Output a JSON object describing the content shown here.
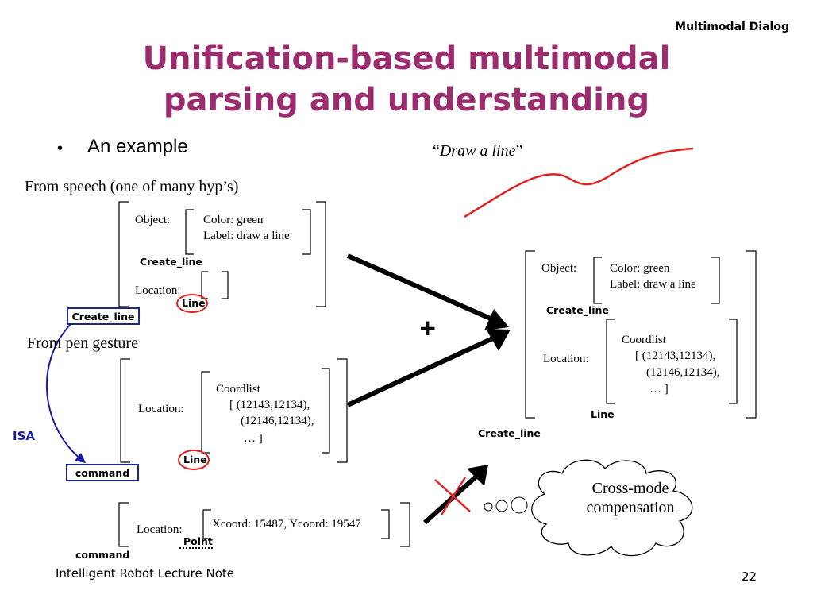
{
  "header": {
    "section": "Multimodal Dialog"
  },
  "title": {
    "line1": "Unification-based multimodal",
    "line2": "parsing and understanding"
  },
  "bullet": {
    "marker": "•",
    "text": "An example"
  },
  "speech_input": {
    "quote_open": "“",
    "text": "Draw a line",
    "quote_close": "”"
  },
  "speech_section": {
    "heading": "From speech (one of many hyp’s)",
    "object_label": "Object:",
    "color": "Color: green",
    "label": "Label: draw a line",
    "type_tag": "Create_line",
    "location_label": "Location:",
    "location_type": "Line",
    "box_label": "Create_line"
  },
  "pen_section": {
    "heading": "From pen gesture",
    "location_label": "Location:",
    "coordlist": "Coordlist",
    "coord1": "[ (12143,12134),",
    "coord2": "(12146,12134),",
    "coord3": "… ]",
    "location_type": "Line",
    "isa_label": "ISA",
    "box_label": "command"
  },
  "point_section": {
    "location_label": "Location:",
    "coords": "Xcoord: 15487, Ycoord: 19547",
    "location_type": "Point",
    "command_tag": "command"
  },
  "plus_sign": "+",
  "result": {
    "object_label": "Object:",
    "color": "Color: green",
    "label": "Label: draw a line",
    "type_tag": "Create_line",
    "location_label": "Location:",
    "coordlist": "Coordlist",
    "coord1": "[ (12143,12134),",
    "coord2": "(12146,12134),",
    "coord3": "… ]",
    "location_type": "Line",
    "outer_tag": "Create_line"
  },
  "cloud": {
    "line1": "Cross-mode",
    "line2": "compensation"
  },
  "footer": {
    "left": "Intelligent Robot Lecture Note",
    "page": "22"
  },
  "colors": {
    "title": "#9b2d6e",
    "box_border": "#1a2a86",
    "isa": "#1a1aa6",
    "gesture_line": "#e02020",
    "ring": "#e02020"
  }
}
